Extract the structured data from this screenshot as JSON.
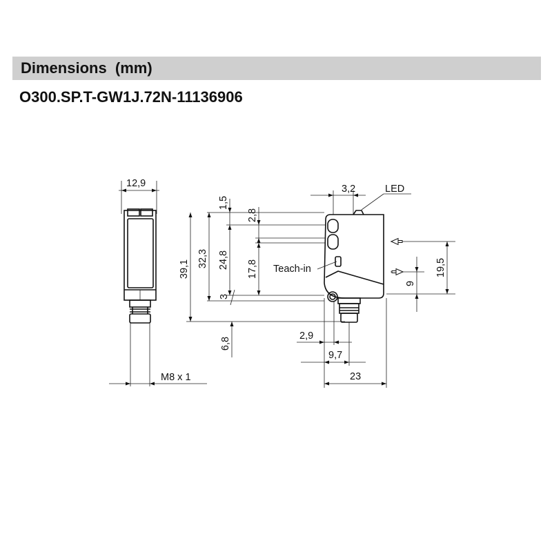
{
  "header": {
    "title": "Dimensions  (mm)",
    "model_code": "O300.SP.T-GW1J.72N-11136906"
  },
  "dimensions": {
    "width_front": "12,9",
    "total_height": "39,1",
    "height_32": "32,3",
    "height_24": "24,8",
    "height_17": "17,8",
    "offset_3": "3",
    "top_1_5": "1,5",
    "lens_2_8": "2,8",
    "led_offset": "3,2",
    "connector_6_8": "6,8",
    "offset_2_9": "2,9",
    "offset_9_7": "9,7",
    "depth_23": "23",
    "beam_19_5": "19,5",
    "beam_9": "9"
  },
  "labels": {
    "led": "LED",
    "teach_in": "Teach-in",
    "thread": "M8 x 1"
  }
}
